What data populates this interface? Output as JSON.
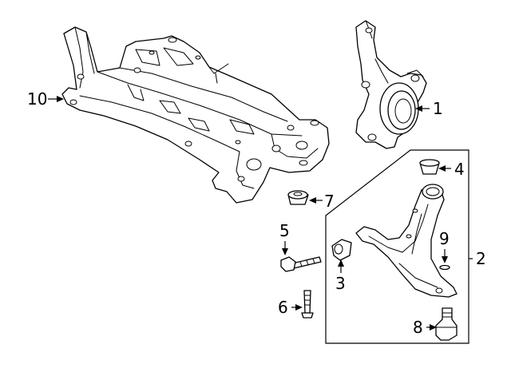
{
  "callouts": {
    "c1": "1",
    "c2": "2",
    "c3": "3",
    "c4": "4",
    "c5": "5",
    "c6": "6",
    "c7": "7",
    "c8": "8",
    "c9": "9",
    "c10": "10"
  },
  "colors": {
    "line": "#000000",
    "fill": "#ffffff"
  },
  "parts": [
    "crossmember-subframe",
    "steering-knuckle",
    "lower-control-arm",
    "front-bushing",
    "rear-bushing",
    "subframe-bolt",
    "arm-bolt",
    "nut",
    "ball-joint",
    "snap-ring"
  ]
}
